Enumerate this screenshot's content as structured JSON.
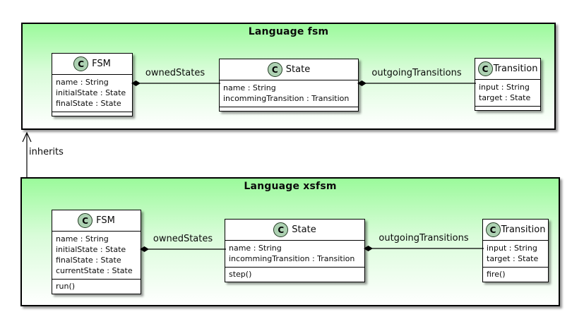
{
  "diagram_type": "uml-class-diagram",
  "class_icon_letter": "C",
  "colors": {
    "package_fill_top": "#9BFA9B",
    "package_fill_bottom": "#FFFFFF",
    "class_fill": "#FFFFFF",
    "class_icon_fill": "#ADD1B2",
    "border": "#000000"
  },
  "inherits": {
    "label": "inherits",
    "from": "Language xsfsm",
    "to": "Language fsm"
  },
  "packages": [
    {
      "title": "Language fsm",
      "classes": [
        {
          "name": "FSM",
          "attributes": [
            "name : String",
            "initialState : State",
            "finalState : State"
          ],
          "methods": []
        },
        {
          "name": "State",
          "attributes": [
            "name : String",
            "incommingTransition : Transition"
          ],
          "methods": []
        },
        {
          "name": "Transition",
          "attributes": [
            "input : String",
            "target : State"
          ],
          "methods": []
        }
      ],
      "associations": [
        {
          "label": "ownedStates",
          "from": "FSM",
          "to": "State",
          "kind": "composition"
        },
        {
          "label": "outgoingTransitions",
          "from": "State",
          "to": "Transition",
          "kind": "composition"
        }
      ]
    },
    {
      "title": "Language xsfsm",
      "classes": [
        {
          "name": "FSM",
          "attributes": [
            "name : String",
            "initialState : State",
            "finalState : State",
            "currentState : State"
          ],
          "methods": [
            "run()"
          ]
        },
        {
          "name": "State",
          "attributes": [
            "name : String",
            "incommingTransition : Transition"
          ],
          "methods": [
            "step()"
          ]
        },
        {
          "name": "Transition",
          "attributes": [
            "input : String",
            "target : State"
          ],
          "methods": [
            "fire()"
          ]
        }
      ],
      "associations": [
        {
          "label": "ownedStates",
          "from": "FSM",
          "to": "State",
          "kind": "composition"
        },
        {
          "label": "outgoingTransitions",
          "from": "State",
          "to": "Transition",
          "kind": "composition"
        }
      ]
    }
  ]
}
